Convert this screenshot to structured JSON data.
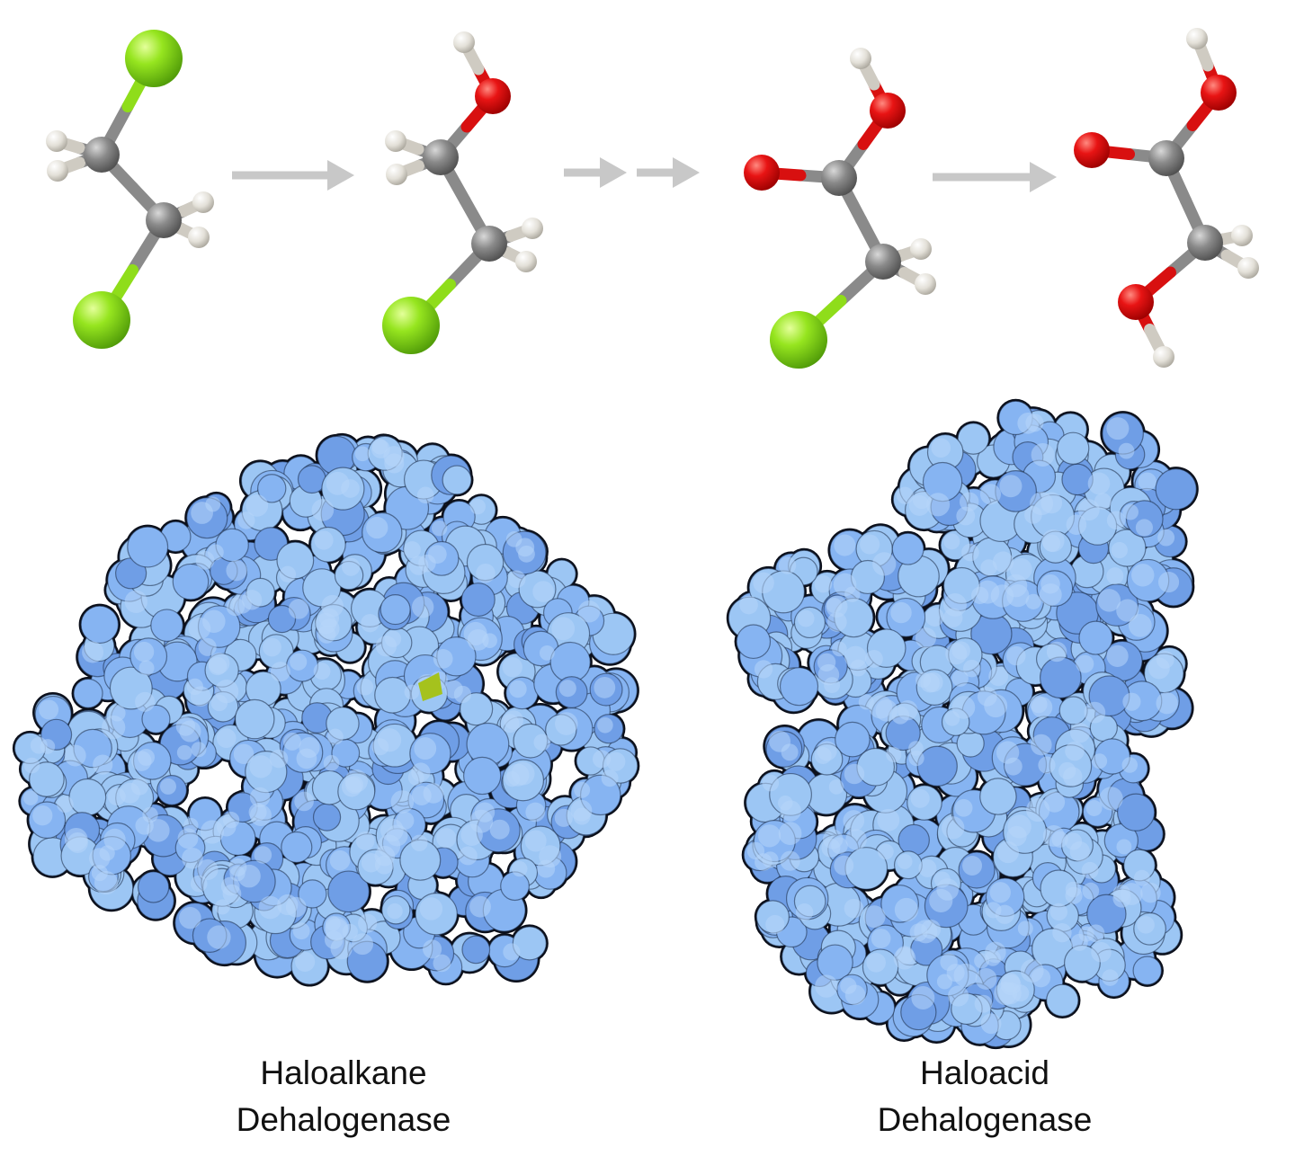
{
  "colors": {
    "carbon": "#7a7a7a",
    "hydrogen": "#e6e3dc",
    "oxygen": "#e01010",
    "chlorine": "#8fe01a",
    "arrow": "#c8c8c8",
    "protein_light": "#9cc6f4",
    "protein_mid": "#86b4f2",
    "protein_dark": "#6f9ee6",
    "protein_outline": "#0b0f1a",
    "active_site": "#a5c21d"
  },
  "molecules": [
    {
      "name": "1,2-dichloroethane",
      "atoms": [
        "C",
        "C",
        "Cl",
        "Cl",
        "H",
        "H",
        "H",
        "H"
      ]
    },
    {
      "name": "2-chloroethanol",
      "atoms": [
        "C",
        "C",
        "Cl",
        "O",
        "H",
        "H",
        "H",
        "H",
        "H"
      ]
    },
    {
      "name": "chloroacetic acid",
      "atoms": [
        "C",
        "C",
        "Cl",
        "O",
        "O",
        "H",
        "H",
        "H"
      ]
    },
    {
      "name": "glycolic acid",
      "atoms": [
        "C",
        "C",
        "O",
        "O",
        "O",
        "H",
        "H",
        "H",
        "H"
      ]
    }
  ],
  "arrows": [
    {
      "style": "single"
    },
    {
      "style": "double"
    },
    {
      "style": "single"
    }
  ],
  "proteins": [
    {
      "id": "haloalkane",
      "caption_line1": "Haloalkane",
      "caption_line2": "Dehalogenase",
      "shape": "round",
      "shows_active_site": true
    },
    {
      "id": "haloacid",
      "caption_line1": "Haloacid",
      "caption_line2": "Dehalogenase",
      "shape": "two-domain",
      "shows_active_site": false
    }
  ]
}
